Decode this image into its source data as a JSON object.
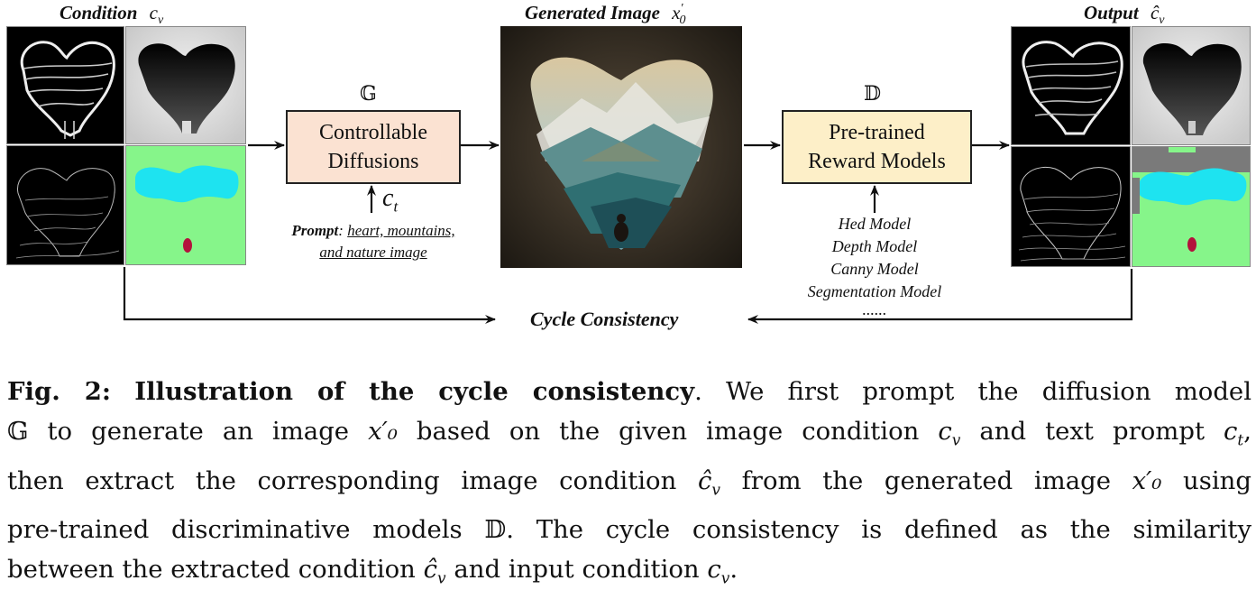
{
  "figure": {
    "condition_header": {
      "label": "Condition",
      "symbol": "c",
      "sub": "v"
    },
    "generated_header": {
      "label": "Generated Image",
      "symbol": "x",
      "prime": "′",
      "sub": "0"
    },
    "output_header": {
      "label": "Output",
      "symbol": "ĉ",
      "sub": "v"
    },
    "generator_symbol": "𝔾",
    "generator_box": {
      "line1": "Controllable",
      "line2": "Diffusions"
    },
    "text_cond": {
      "symbol": "c",
      "sub": "t"
    },
    "prompt": {
      "label": "Prompt",
      "colon": ":",
      "line1": "heart, mountains,",
      "line2": "and nature image"
    },
    "discriminator_symbol": "𝔻",
    "reward_box": {
      "line1": "Pre-trained",
      "line2": "Reward Models"
    },
    "models": [
      "Hed Model",
      "Depth Model",
      "Canny Model",
      "Segmentation Model",
      "......"
    ],
    "cycle_label": "Cycle Consistency",
    "colors": {
      "generator_box": "#fbe2d2",
      "reward_box": "#fdefc8",
      "seg_bg": "#86f58a",
      "seg_cyan": "#1ee3f0",
      "seg_person": "#b3123c"
    }
  },
  "caption": {
    "fig_label": "Fig. 2:",
    "title": "Illustration of the cycle consistency",
    "line1_rest": ". We first prompt the diffusion model",
    "line2": [
      "𝔾",
      " to generate an image ",
      "x′₀",
      " based on the given image condition ",
      "c",
      "v",
      " and text prompt ",
      "c",
      "t",
      ","
    ],
    "line3": [
      "then extract the corresponding image condition ",
      "ĉ",
      "v",
      " from the generated image ",
      "x′₀",
      " using"
    ],
    "line4": [
      "pre-trained discriminative models ",
      "𝔻",
      ". The cycle consistency is defined as the similarity"
    ],
    "line5": [
      "between the extracted condition ",
      "ĉ",
      "v",
      " and input condition ",
      "c",
      "v",
      "."
    ]
  }
}
